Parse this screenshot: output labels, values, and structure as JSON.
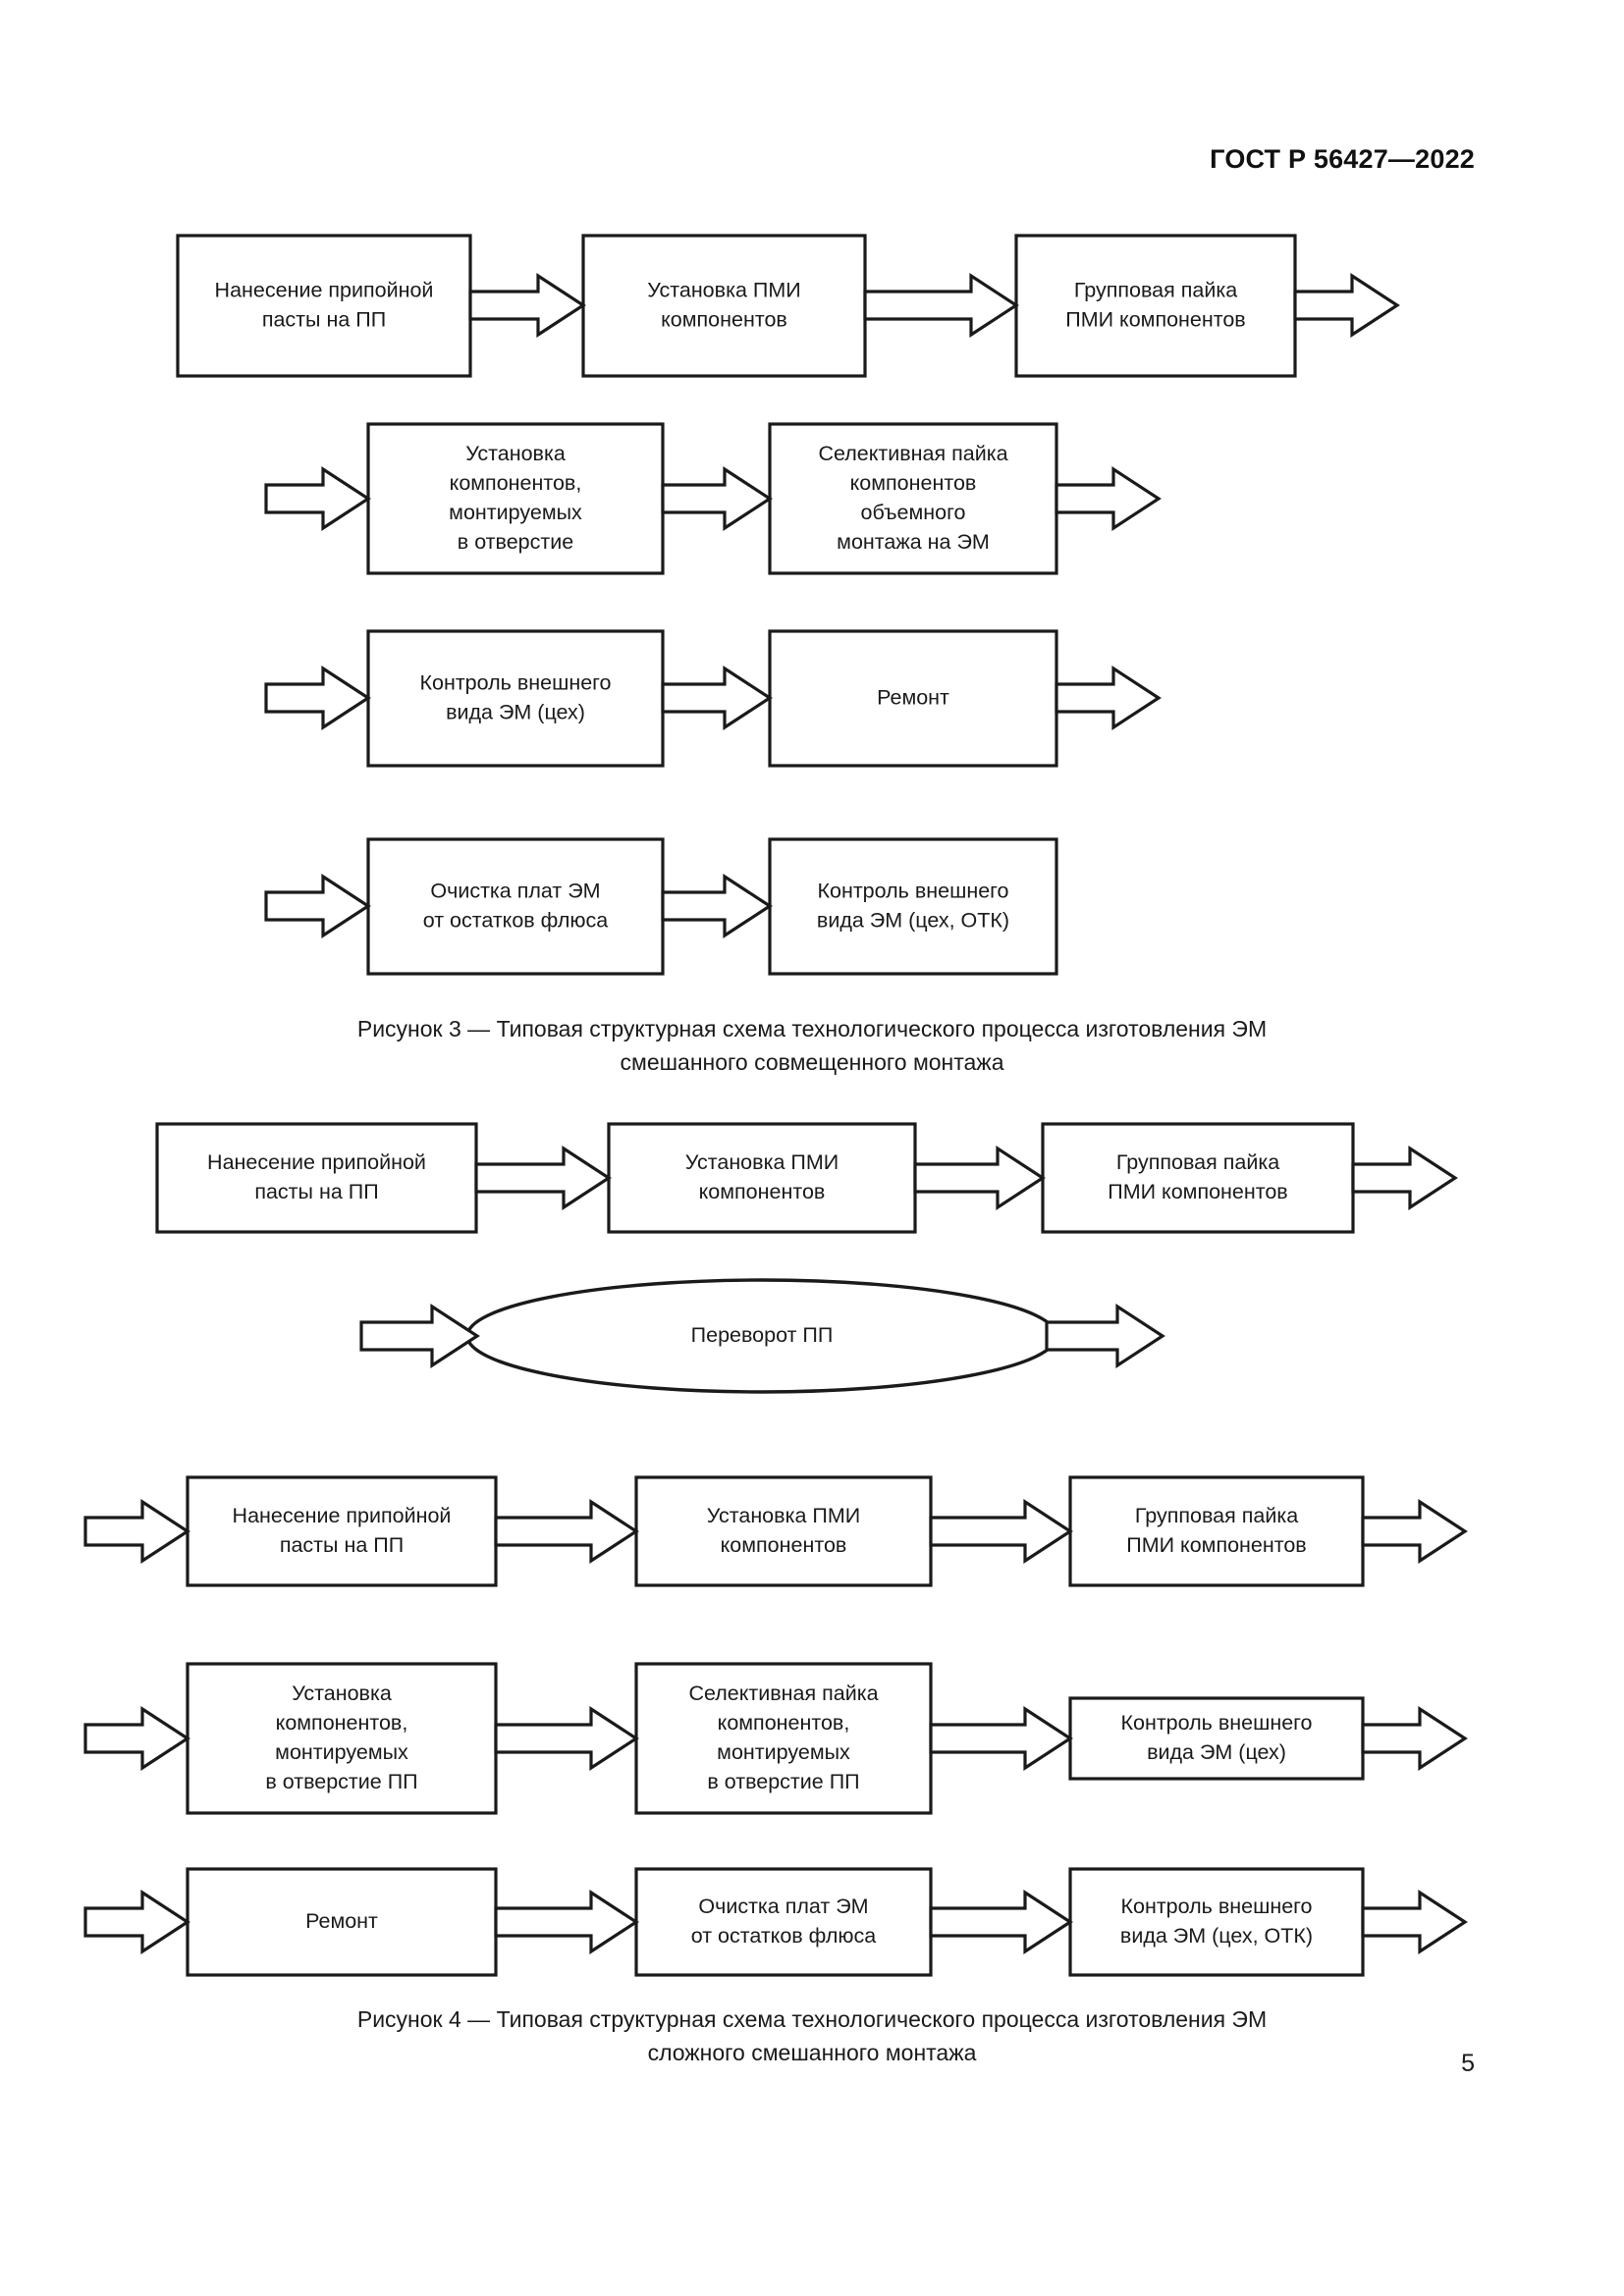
{
  "document": {
    "header": "ГОСТ Р 56427—2022",
    "page_number": "5"
  },
  "figures": [
    {
      "id": "figure-3",
      "caption_line1": "Рисунок 3 — Типовая структурная схема технологического процесса изготовления ЭМ",
      "caption_line2": "смешанного совмещенного монтажа",
      "rows": [
        {
          "boxes": [
            {
              "lines": [
                "Нанесение припойной",
                "пасты на ПП"
              ]
            },
            {
              "lines": [
                "Установка ПМИ",
                "компонентов"
              ]
            },
            {
              "lines": [
                "Групповая пайка",
                "ПМИ компонентов"
              ]
            }
          ]
        },
        {
          "boxes": [
            {
              "lines": [
                "Установка",
                "компонентов,",
                "монтируемых",
                "в отверстие"
              ]
            },
            {
              "lines": [
                "Селективная пайка",
                "компонентов",
                "объемного",
                "монтажа на ЭМ"
              ]
            }
          ]
        },
        {
          "boxes": [
            {
              "lines": [
                "Контроль внешнего",
                "вида ЭМ (цех)"
              ]
            },
            {
              "lines": [
                "Ремонт"
              ]
            }
          ]
        },
        {
          "boxes": [
            {
              "lines": [
                "Очистка плат ЭМ",
                "от остатков флюса"
              ]
            },
            {
              "lines": [
                "Контроль внешнего",
                "вида ЭМ (цех, ОТК)"
              ]
            }
          ]
        }
      ]
    },
    {
      "id": "figure-4",
      "caption_line1": "Рисунок 4 — Типовая структурная схема технологического процесса изготовления ЭМ",
      "caption_line2": "сложного смешанного монтажа",
      "rows": [
        {
          "boxes": [
            {
              "lines": [
                "Нанесение припойной",
                "пасты на ПП"
              ]
            },
            {
              "lines": [
                "Установка ПМИ",
                "компонентов"
              ]
            },
            {
              "lines": [
                "Групповая пайка",
                "ПМИ компонентов"
              ]
            }
          ]
        },
        {
          "ellipse": {
            "lines": [
              "Переворот ПП"
            ]
          }
        },
        {
          "boxes": [
            {
              "lines": [
                "Нанесение припойной",
                "пасты на ПП"
              ]
            },
            {
              "lines": [
                "Установка ПМИ",
                "компонентов"
              ]
            },
            {
              "lines": [
                "Групповая пайка",
                "ПМИ компонентов"
              ]
            }
          ]
        },
        {
          "boxes": [
            {
              "lines": [
                "Установка",
                "компонентов,",
                "монтируемых",
                "в отверстие ПП"
              ]
            },
            {
              "lines": [
                "Селективная пайка",
                "компонентов,",
                "монтируемых",
                "в отверстие ПП"
              ]
            },
            {
              "lines": [
                "Контроль внешнего",
                "вида ЭМ (цех)"
              ]
            }
          ]
        },
        {
          "boxes": [
            {
              "lines": [
                "Ремонт"
              ]
            },
            {
              "lines": [
                "Очистка плат ЭМ",
                "от остатков флюса"
              ]
            },
            {
              "lines": [
                "Контроль внешнего",
                "вида ЭМ (цех, ОТК)"
              ]
            }
          ]
        }
      ]
    }
  ],
  "colors": {
    "ink": "#1a1a1a",
    "paper": "#ffffff"
  }
}
